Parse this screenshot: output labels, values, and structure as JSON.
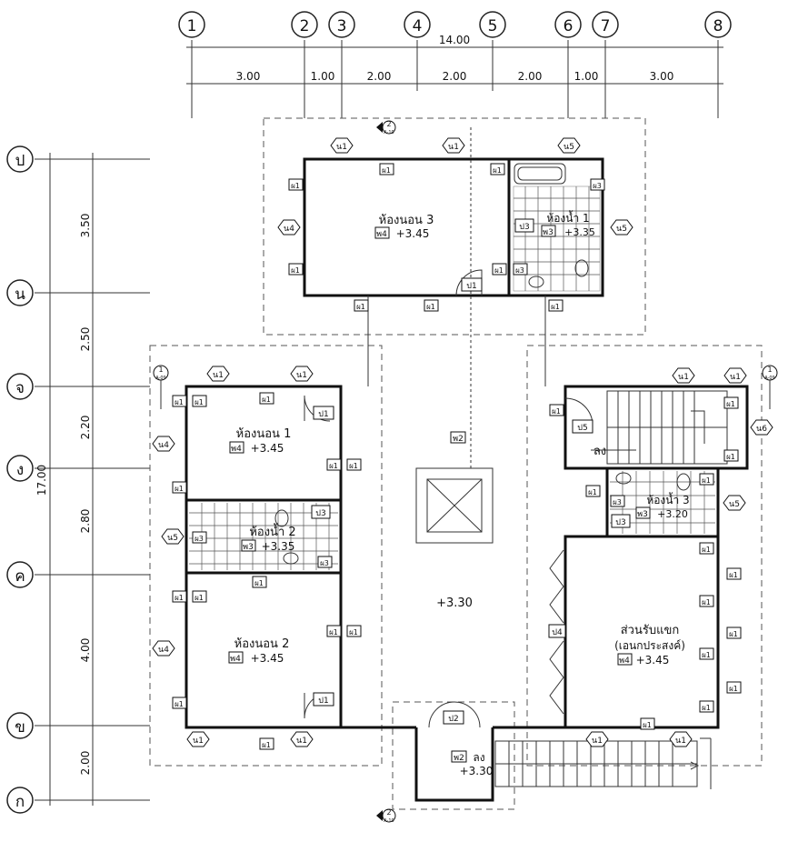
{
  "grid_cols": [
    "1",
    "2",
    "3",
    "4",
    "5",
    "6",
    "7",
    "8"
  ],
  "grid_rows": [
    "ป",
    "น",
    "จ",
    "ง",
    "ค",
    "ข",
    "ก"
  ],
  "overall_width": "14.00",
  "overall_depth": "17.00",
  "col_spans": [
    "3.00",
    "1.00",
    "2.00",
    "2.00",
    "2.00",
    "1.00",
    "3.00"
  ],
  "row_spans": [
    "3.50",
    "2.50",
    "2.20",
    "2.80",
    "4.00",
    "2.00"
  ],
  "rooms": {
    "bed3_name": "ห้องนอน 3",
    "bed3_floor": "พ4",
    "bed3_level": "+3.45",
    "bath1_name": "ห้องน้ำ 1",
    "bath1_floor": "พ3",
    "bath1_level": "+3.35",
    "bed1_name": "ห้องนอน 1",
    "bed1_floor": "พ4",
    "bed1_level": "+3.45",
    "bath2_name": "ห้องน้ำ 2",
    "bath2_floor": "พ3",
    "bath2_level": "+3.35",
    "bed2_name": "ห้องนอน 2",
    "bed2_floor": "พ4",
    "bed2_level": "+3.45",
    "corridor_floor": "พ2",
    "corridor_level": "+3.30",
    "stair_label": "ลง",
    "bath3_name": "ห้องน้ำ 3",
    "bath3_floor": "พ3",
    "bath3_level": "+3.20",
    "living_name": "ส่วนรับแขก",
    "living_sub": "(เอนกประสงค์)",
    "living_floor": "พ4",
    "living_level": "+3.45",
    "entry_floor": "พ2",
    "entry_stair": "ลง",
    "entry_level": "+3.30"
  },
  "tags": {
    "window": "น1",
    "wall": "ผ1",
    "wall3": "ผ3",
    "door1": "ป1",
    "door2": "ป2",
    "door3": "ป3",
    "door4": "ป4",
    "door5": "ป5",
    "win4": "น4",
    "win5": "น5",
    "win6": "น6"
  },
  "sections": {
    "top_num": "2",
    "top_ref": "A-10",
    "bottom_num": "2",
    "bottom_ref": "A-10",
    "left_num": "1",
    "left_ref": "A-09",
    "right_num": "1",
    "right_ref": "A-09"
  }
}
